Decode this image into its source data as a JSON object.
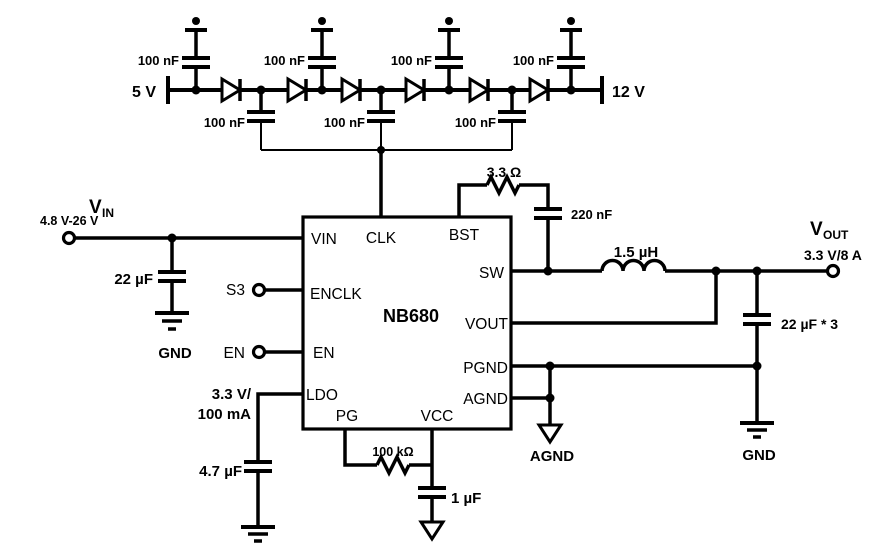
{
  "ic": {
    "name": "NB680",
    "pins": {
      "vin": "VIN",
      "clk": "CLK",
      "bst": "BST",
      "enclk": "ENCLK",
      "en": "EN",
      "ldo": "LDO",
      "pg": "PG",
      "vcc": "VCC",
      "sw": "SW",
      "vout": "VOUT",
      "pgnd": "PGND",
      "agnd": "AGND"
    }
  },
  "rails": {
    "v5": "5 V",
    "v12": "12 V"
  },
  "input": {
    "name": "V",
    "sub": "IN",
    "range": "4.8 V-26 V",
    "cap": "22 µF",
    "gnd": "GND"
  },
  "output": {
    "name": "V",
    "sub": "OUT",
    "rating": "3.3 V/8 A",
    "cap": "22 µF * 3",
    "gnd": "GND"
  },
  "signals": {
    "s3": "S3",
    "en": "EN"
  },
  "ldo": {
    "rating_line1": "3.3 V/",
    "rating_line2": "100 mA",
    "cap": "4.7 µF"
  },
  "charge_pump": {
    "top_caps": [
      "100 nF",
      "100 nF",
      "100 nF",
      "100 nF"
    ],
    "bottom_caps": [
      "100 nF",
      "100 nF",
      "100 nF"
    ]
  },
  "bst": {
    "resistor": "3.3 Ω",
    "cap": "220 nF"
  },
  "power_stage": {
    "inductor": "1.5 µH"
  },
  "pg_net": {
    "resistor": "100 kΩ"
  },
  "vcc_net": {
    "cap": "1 µF"
  },
  "agnd_label": "AGND"
}
